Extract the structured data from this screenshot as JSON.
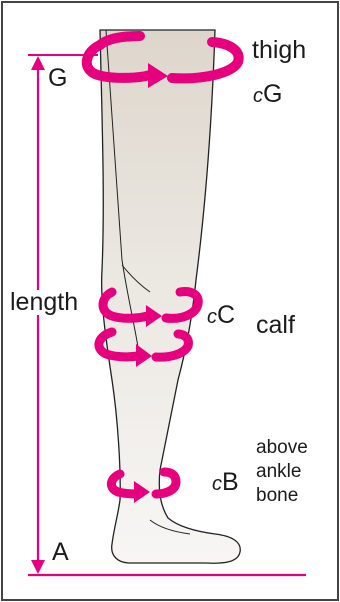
{
  "labels": {
    "top_point": "G",
    "bottom_point": "A",
    "length": "length",
    "thigh": "thigh",
    "thigh_code_prefix": "c",
    "thigh_code_letter": "G",
    "calf": "calf",
    "calf_code_prefix": "c",
    "calf_code_letter": "C",
    "ankle_line1": "above",
    "ankle_line2": "ankle",
    "ankle_line3": "bone",
    "ankle_code_prefix": "c",
    "ankle_code_letter": "B"
  },
  "colors": {
    "accent": "#e6007e",
    "leg_fill": "#e3ddd4",
    "leg_fill_light": "#f1eeea",
    "outline": "#222222",
    "frame": "#444444",
    "text": "#1b1b1b"
  },
  "icons": {
    "measure_band": "circumference-arrow-icon",
    "length_arrow": "double-arrow-icon"
  }
}
